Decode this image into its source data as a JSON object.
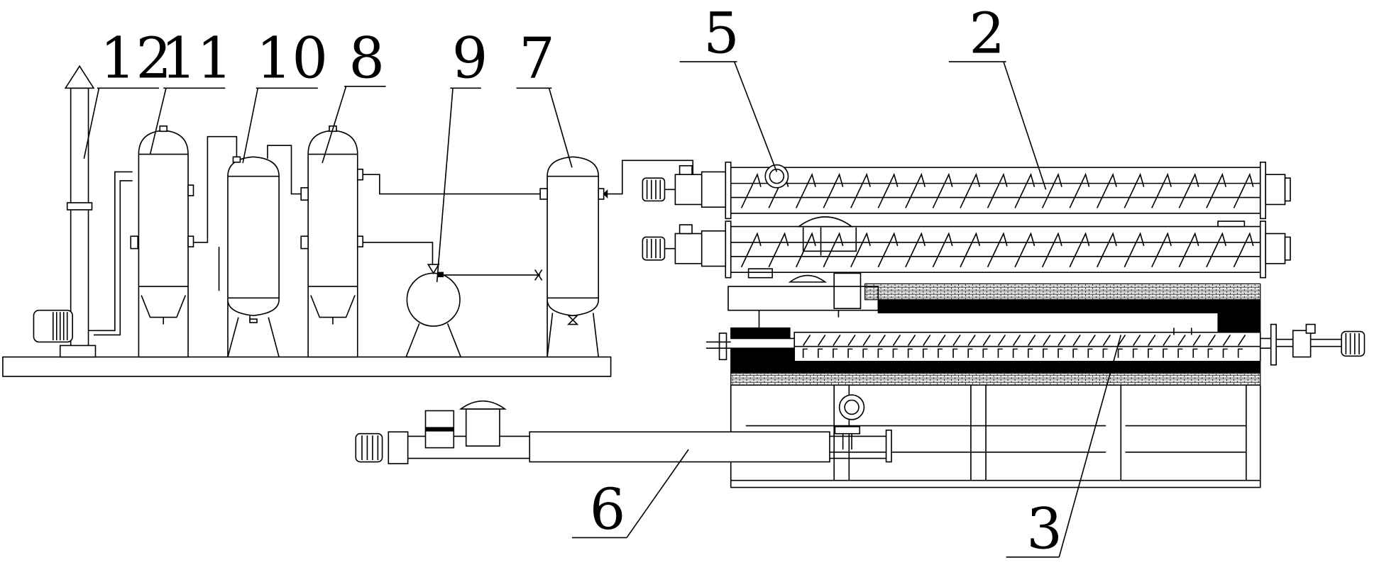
{
  "labels": {
    "l12": "12",
    "l11": "11",
    "l10": "10",
    "l8": "8",
    "l9": "9",
    "l7": "7",
    "l5": "5",
    "l2": "2",
    "l3": "3",
    "l6": "6"
  }
}
